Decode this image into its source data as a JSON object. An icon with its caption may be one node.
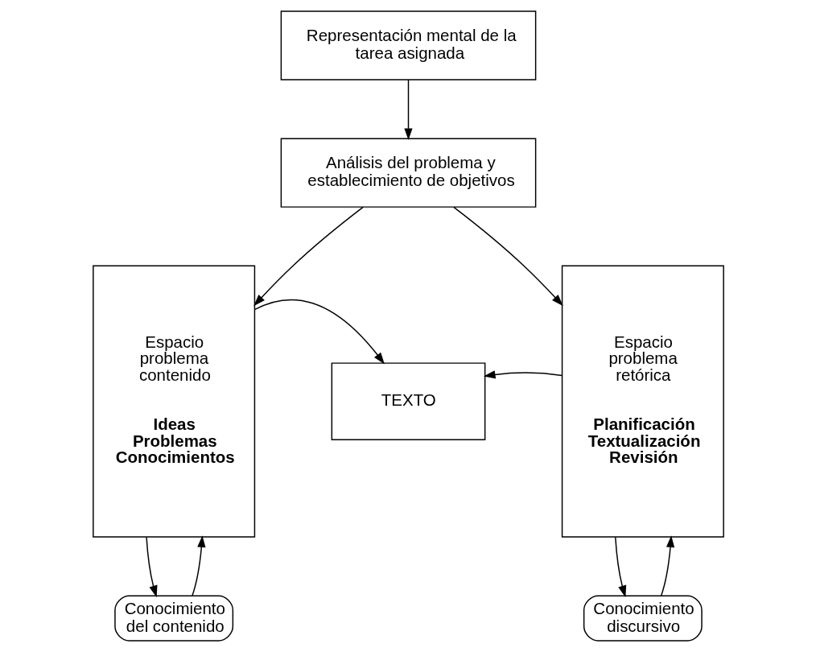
{
  "diagram": {
    "nodes": [
      {
        "text": [
          "Representación mental de la tarea asignada"
        ]
      },
      {
        "text": [
          "Análisis del problema y establecimiento de objetivos"
        ]
      },
      {
        "text": [
          "Conocimiento del contenido"
        ]
      },
      {
        "text": [
          "Espacio problema contenido",
          "Ideas Problemas Conocimientos"
        ]
      },
      {
        "text": [
          "TEXTO"
        ]
      },
      {
        "text": [
          "Conocimiento discursivo"
        ]
      },
      {
        "text": [
          "Espacio problema retórica",
          "Planificación Textualización Revisión"
        ]
      }
    ],
    "edges": [
      {
        "from": 0,
        "to": 1,
        "arrow": "to"
      },
      {
        "from": 1,
        "to": 3,
        "arrow": "to"
      },
      {
        "from": 1,
        "to": 6,
        "arrow": "to"
      },
      {
        "from": 3,
        "to": 2,
        "arrow": "to"
      },
      {
        "from": 2,
        "to": 3,
        "arrow": "to"
      },
      {
        "from": 6,
        "to": 5,
        "arrow": "to"
      },
      {
        "from": 5,
        "to": 6,
        "arrow": "to"
      },
      {
        "from": 3,
        "to": 4,
        "arrow": "to"
      },
      {
        "from": 6,
        "to": 4,
        "arrow": "to"
      }
    ]
  }
}
